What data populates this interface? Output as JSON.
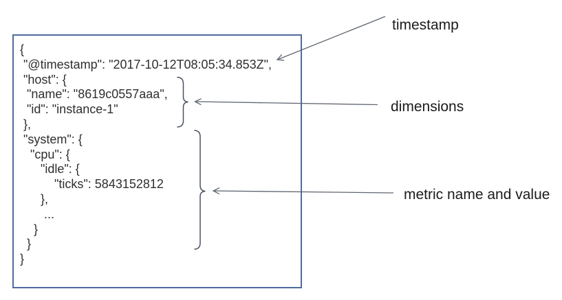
{
  "colors": {
    "page_bg": "#ffffff",
    "box_border": "#4e6a9e",
    "code_text": "#2f2f2f",
    "annotation_line": "#5f6670",
    "brace": "#49525f",
    "label_text": "#1a1a1a"
  },
  "event_box": {
    "description": "example metric event JSON document",
    "code_lines": [
      "{",
      " \"@timestamp\": \"2017-10-12T08:05:34.853Z\",",
      " \"host\": {",
      "  \"name\": \"8619c0557aaa\",",
      "  \"id\": \"instance-1\"",
      " },",
      " \"system\": {",
      "   \"cpu\": {",
      "      \"idle\": {",
      "          \"ticks\": 5843152812",
      "      },",
      "       ...",
      "    }",
      "  }",
      "}"
    ]
  },
  "annotations": {
    "timestamp": {
      "label": "timestamp"
    },
    "dimensions": {
      "label": "dimensions"
    },
    "metric": {
      "label": "metric name and value"
    }
  }
}
